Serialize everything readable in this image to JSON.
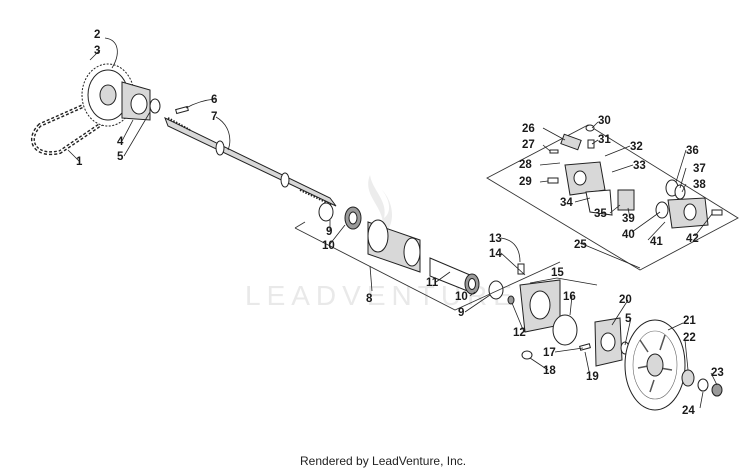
{
  "diagram": {
    "watermark": "LEADVENTURE",
    "footer": "Rendered by LeadVenture, Inc.",
    "callouts": [
      "1",
      "2",
      "3",
      "4",
      "5",
      "6",
      "7",
      "8",
      "9",
      "10",
      "11",
      "12",
      "13",
      "14",
      "15",
      "16",
      "17",
      "18",
      "19",
      "20",
      "21",
      "22",
      "23",
      "24",
      "25",
      "26",
      "27",
      "28",
      "29",
      "30",
      "31",
      "32",
      "33",
      "34",
      "35",
      "36",
      "37",
      "38",
      "39",
      "40",
      "41",
      "42"
    ],
    "callouts_repeated": {
      "5_lower": "5",
      "9_lower": "9",
      "10_lower": "10"
    }
  }
}
